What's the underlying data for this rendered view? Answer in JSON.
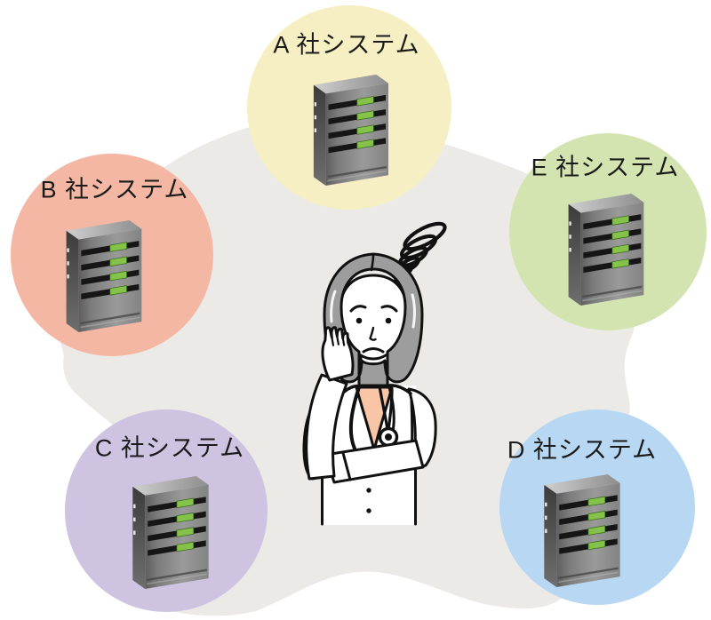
{
  "systems": [
    {
      "id": "a",
      "label": "A 社システム",
      "circle_color": "#F6EFC3"
    },
    {
      "id": "b",
      "label": "B 社システム",
      "circle_color": "#F4B7A4"
    },
    {
      "id": "c",
      "label": "C 社システム",
      "circle_color": "#CEC3E1"
    },
    {
      "id": "d",
      "label": "D 社システム",
      "circle_color": "#B7D7F3"
    },
    {
      "id": "e",
      "label": "E 社システム",
      "circle_color": "#D4E4B0"
    }
  ],
  "icons": {
    "server": "server-tower-icon",
    "confusion": "confusion-squiggle-icon",
    "person": "confused-woman-icon"
  },
  "colors": {
    "circle_a": "#F6EFC3",
    "circle_b": "#F4B7A4",
    "circle_c": "#CEC3E1",
    "circle_d": "#B7D7F3",
    "circle_e": "#D4E4B0",
    "blob": "#EBEAE7",
    "led": "#85C24A",
    "hair": "#9D9D9D",
    "skin": "#F8C5A6",
    "ink": "#1B1B1B"
  }
}
